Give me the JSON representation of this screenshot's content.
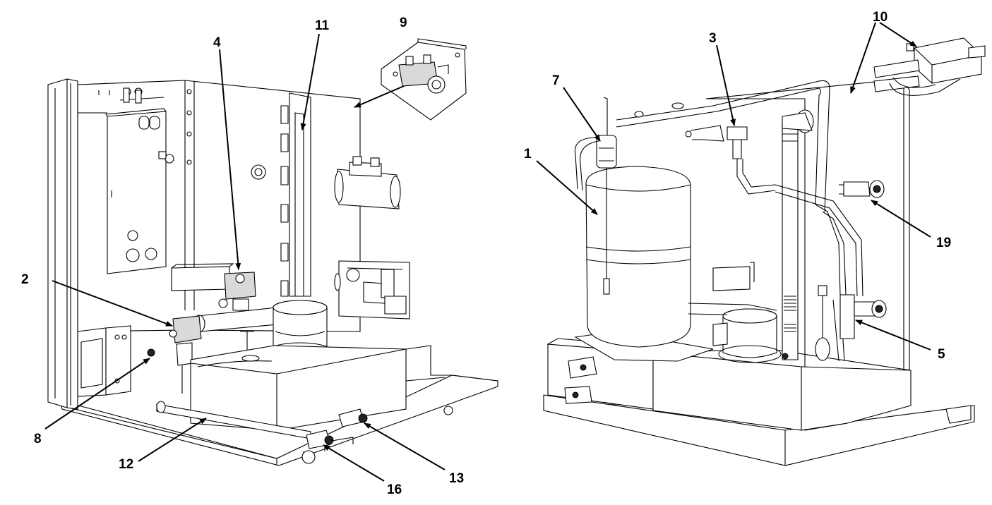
{
  "callouts": [
    {
      "id": "1",
      "label": "1"
    },
    {
      "id": "2",
      "label": "2"
    },
    {
      "id": "3",
      "label": "3"
    },
    {
      "id": "4",
      "label": "4"
    },
    {
      "id": "5",
      "label": "5"
    },
    {
      "id": "7",
      "label": "7"
    },
    {
      "id": "8",
      "label": "8"
    },
    {
      "id": "9",
      "label": "9"
    },
    {
      "id": "10",
      "label": "10"
    },
    {
      "id": "11",
      "label": "11"
    },
    {
      "id": "12",
      "label": "12"
    },
    {
      "id": "13",
      "label": "13"
    },
    {
      "id": "16",
      "label": "16"
    },
    {
      "id": "19",
      "label": "19"
    }
  ]
}
